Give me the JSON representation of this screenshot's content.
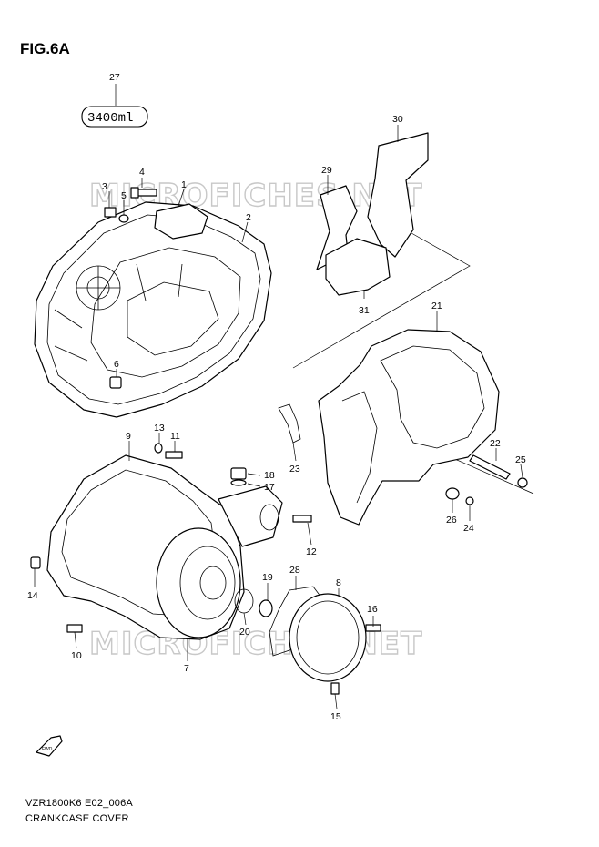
{
  "figure": {
    "title": "FIG.6A",
    "model_code": "VZR1800K6 E02_006A",
    "section_name": "CRANKCASE COVER",
    "spec_box_text": "3400ml",
    "watermark_text": "MICROFICHES.NET",
    "fwd_label": "FWD"
  },
  "callouts": [
    "27",
    "30",
    "29",
    "4",
    "3",
    "5",
    "1",
    "2",
    "31",
    "6",
    "21",
    "9",
    "13",
    "11",
    "18",
    "17",
    "22",
    "25",
    "23",
    "26",
    "24",
    "12",
    "28",
    "8",
    "19",
    "16",
    "14",
    "20",
    "10",
    "7",
    "15"
  ]
}
